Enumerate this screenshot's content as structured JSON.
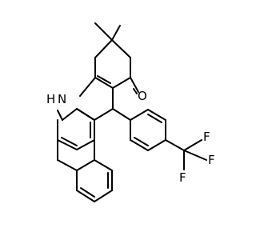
{
  "molecule": {
    "atoms": {
      "nitrogen": "N",
      "hydrogen": "H",
      "oxygen": "O",
      "fluorine_1": "F",
      "fluorine_2": "F",
      "fluorine_3": "F"
    },
    "bond_color": "#000000",
    "background": "#ffffff"
  }
}
